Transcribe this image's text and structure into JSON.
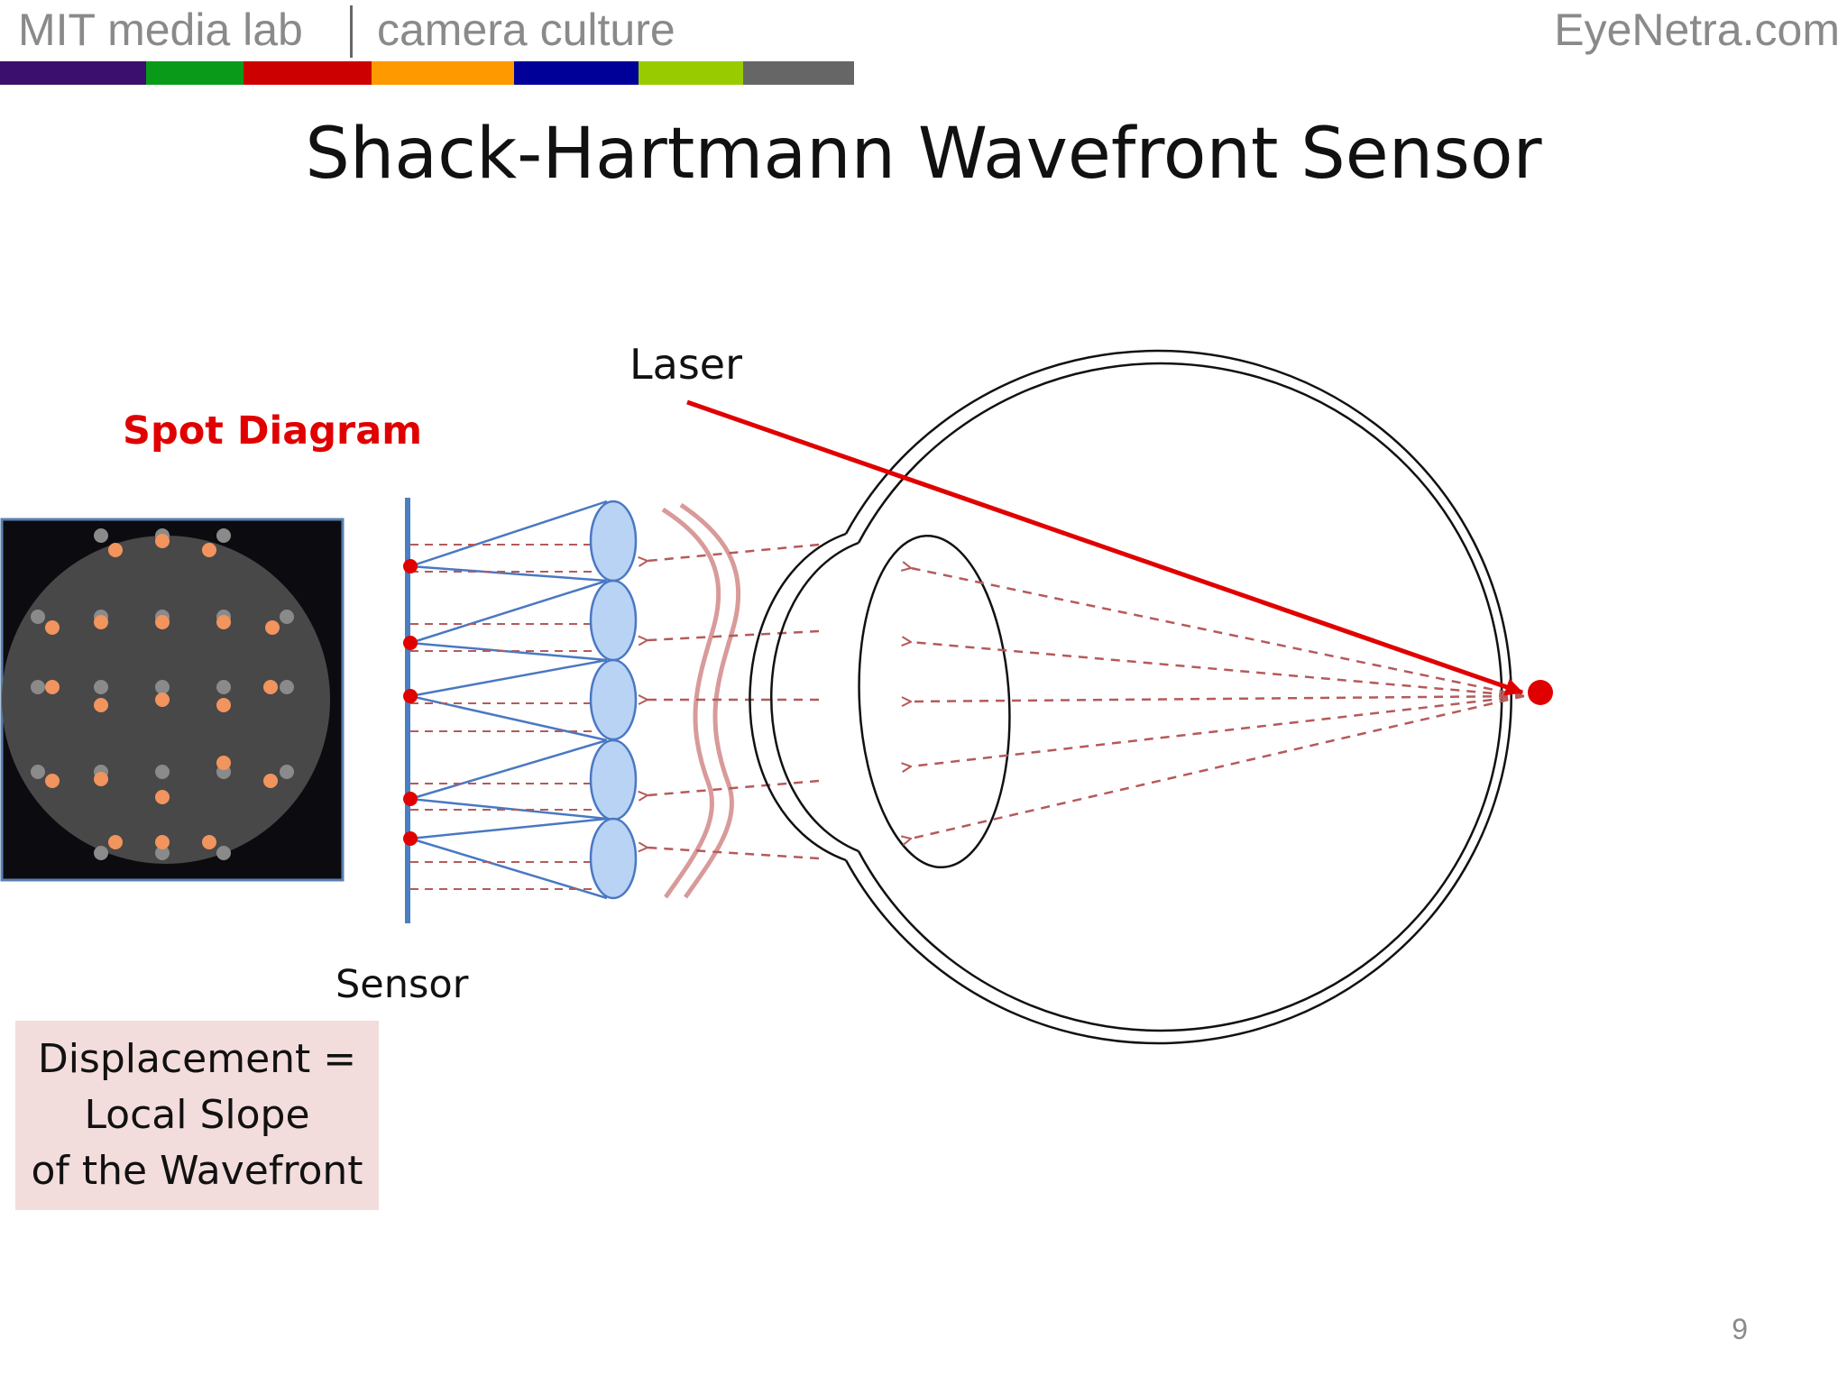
{
  "header": {
    "left_label": "MIT media lab",
    "right_tag": "camera culture",
    "site": "EyeNetra.com",
    "bar_colors": [
      "#3b0f6e",
      "#0a9a1a",
      "#cc0000",
      "#ff9900",
      "#000099",
      "#99cc00",
      "#666666"
    ]
  },
  "slide": {
    "title": "Shack-Hartmann Wavefront Sensor",
    "page_number": "9"
  },
  "diagram": {
    "laser_label": "Laser",
    "spot_diagram_label": "Spot Diagram",
    "sensor_label": "Sensor",
    "note_lines": [
      "Displacement =",
      "Local Slope",
      "of the Wavefront"
    ],
    "colors": {
      "laser": "#e00000",
      "spot_label": "#e00000",
      "lenslet_fill": "#b9d3f5",
      "lenslet_stroke": "#4a78c2",
      "sensor": "#4a7fc1",
      "ray": "#b55a5a",
      "wavefront": "#d99a9a",
      "spot_orange": "#f2945e",
      "spot_gray": "#8a8a8a",
      "spot_panel_bg": "#0c0c10",
      "spot_disc": "#484848",
      "note_bg": "#f3dcdc"
    }
  }
}
